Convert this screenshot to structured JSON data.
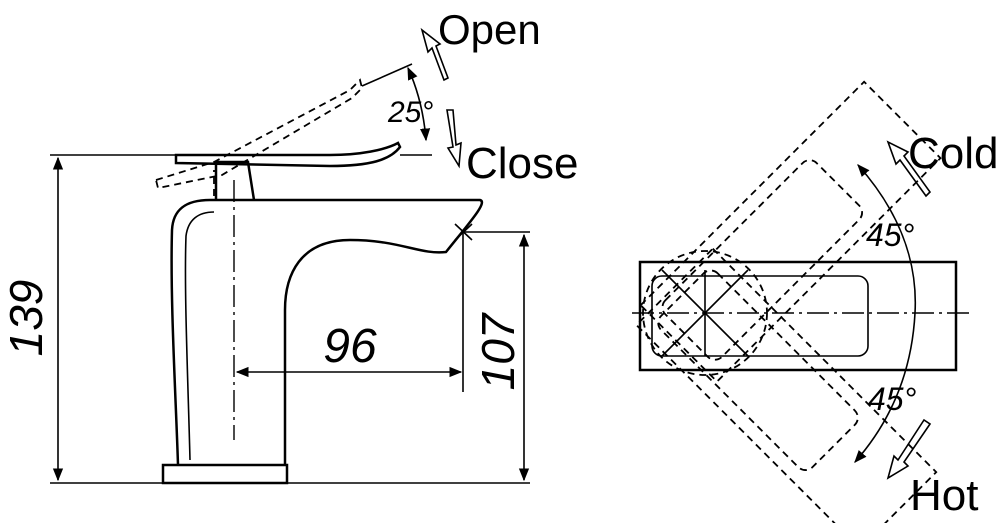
{
  "side_view": {
    "dim_height_total": "139",
    "dim_spout_reach": "96",
    "dim_spout_height": "107",
    "lever_angle": "25°",
    "label_open": "Open",
    "label_close": "Close"
  },
  "top_view": {
    "angle_cold": "45°",
    "angle_hot": "45°",
    "label_cold": "Cold",
    "label_hot": "Hot"
  }
}
